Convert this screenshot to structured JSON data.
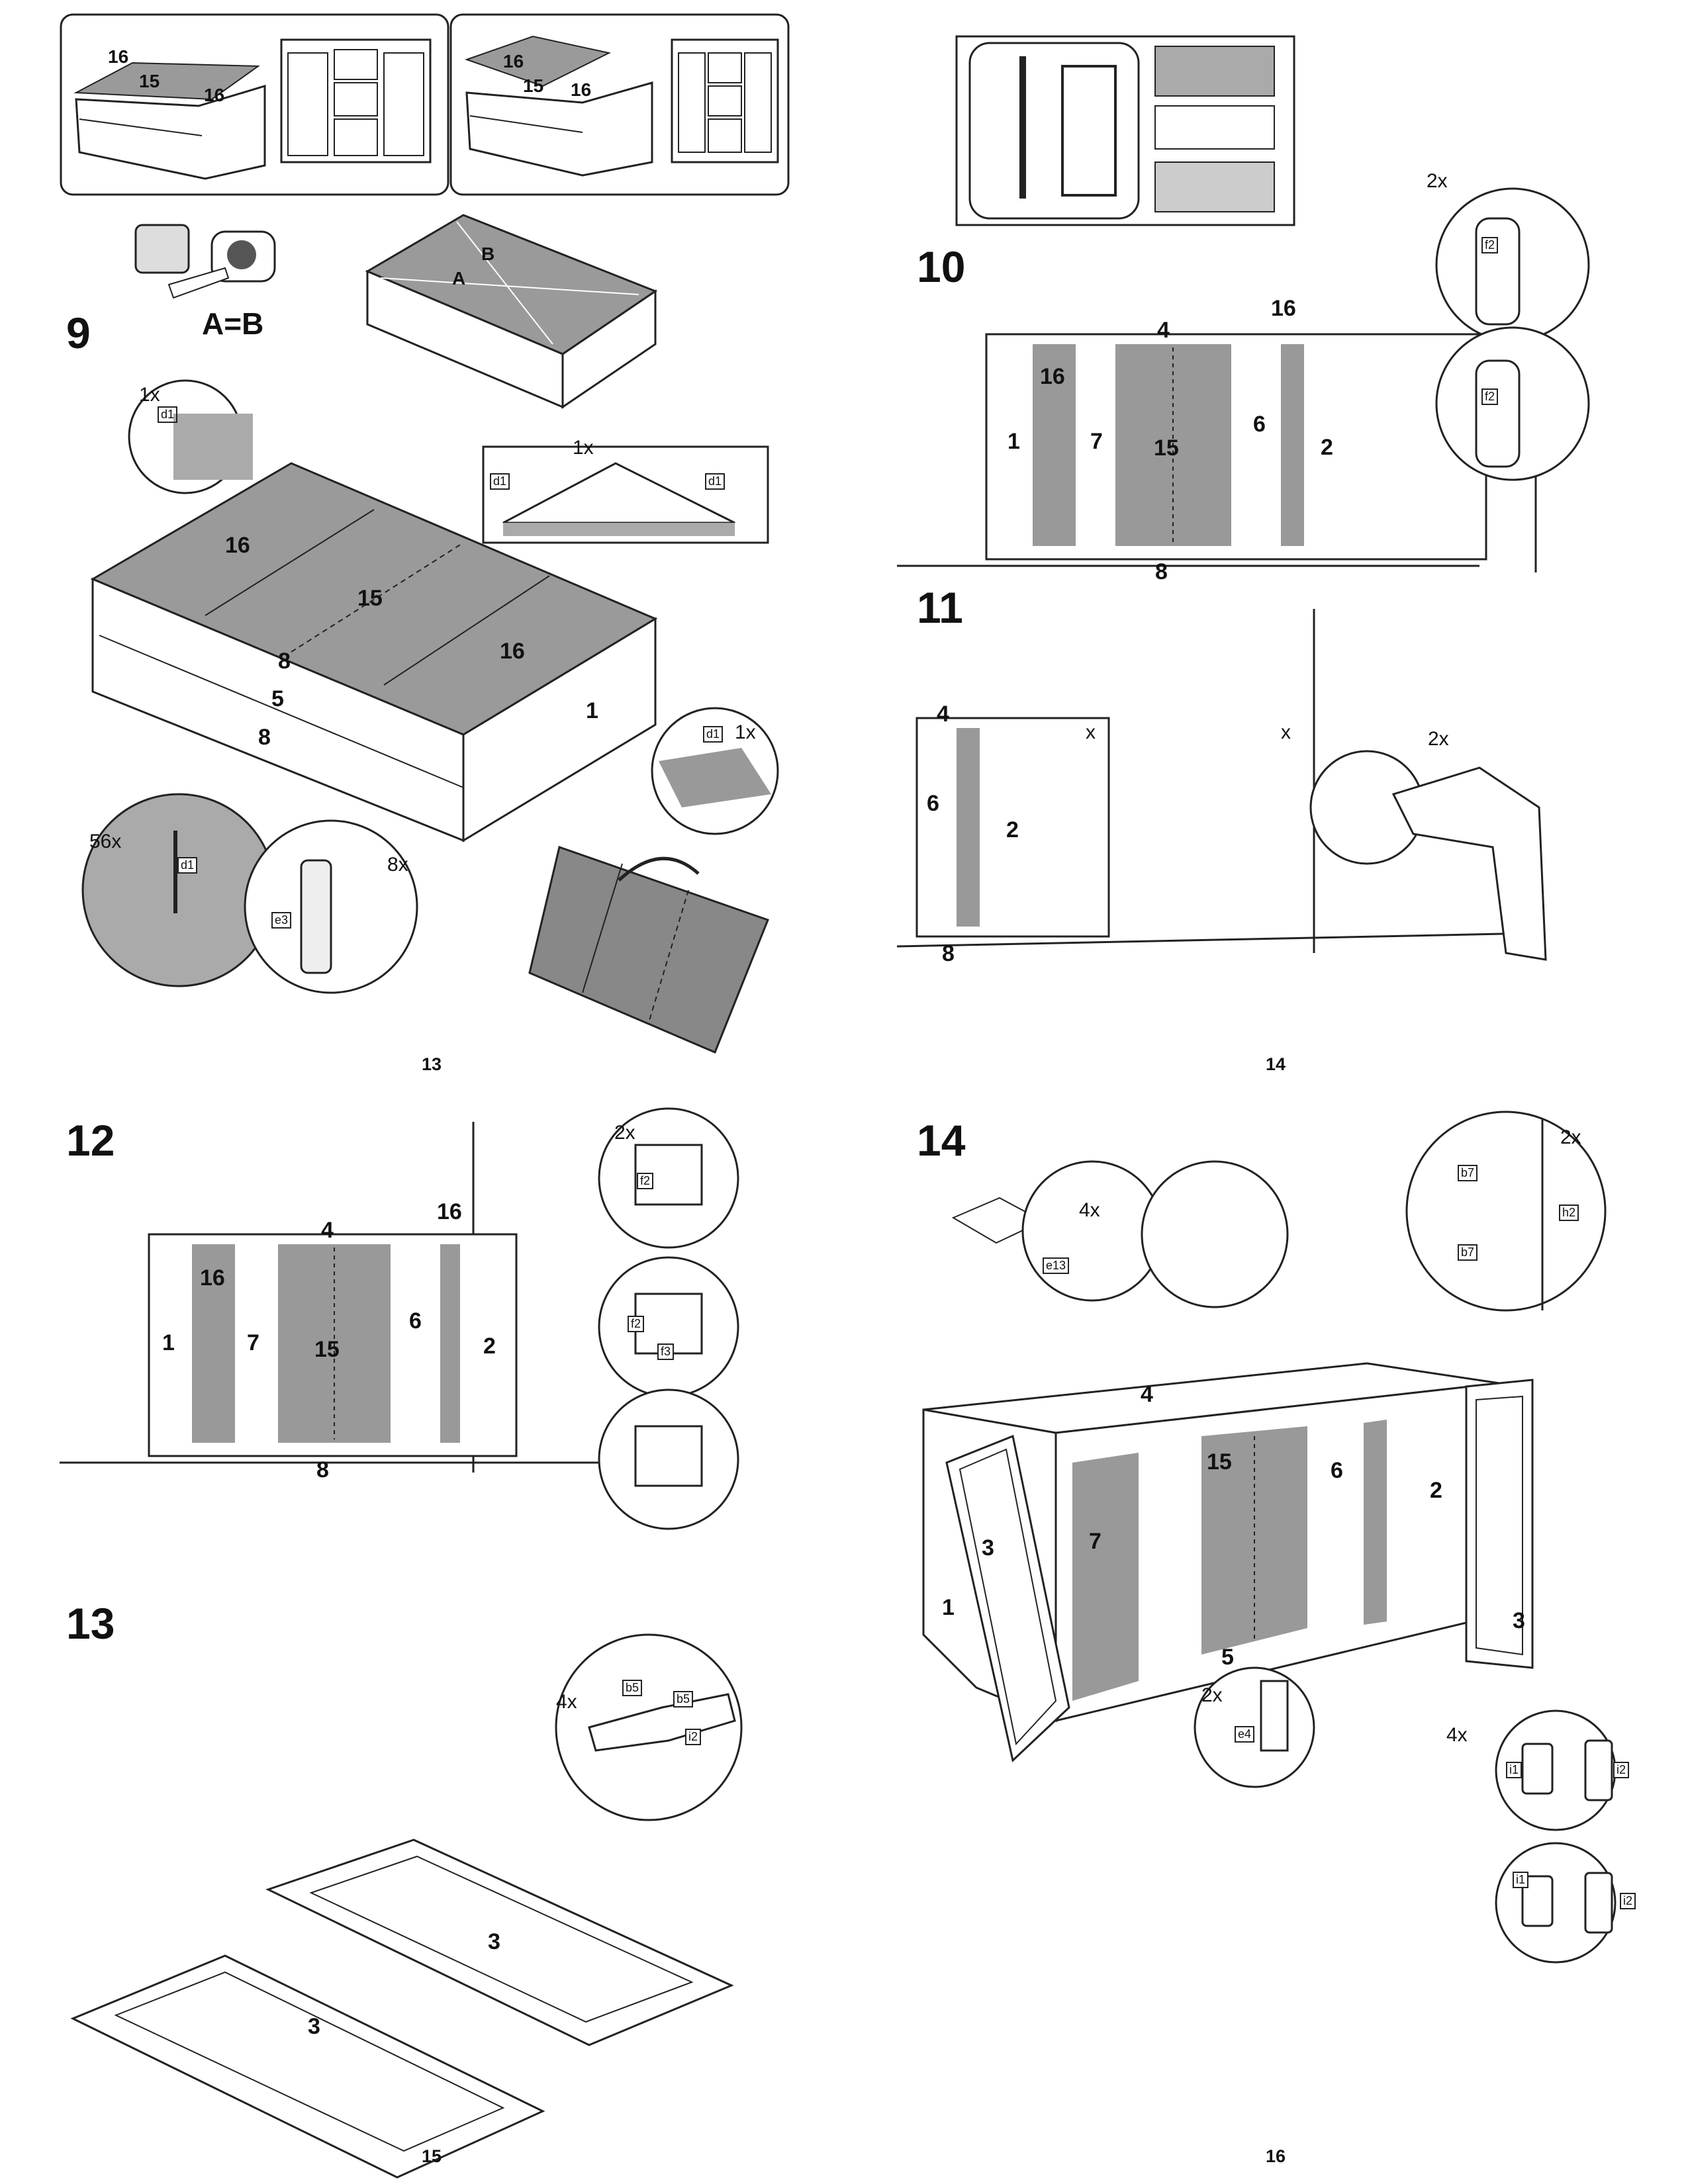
{
  "page_numbers": {
    "p13": "13",
    "p14": "14",
    "p15": "15",
    "p16": "16"
  },
  "steps": {
    "s9": "9",
    "s10": "10",
    "s11": "11",
    "s12": "12",
    "s13": "13",
    "s14": "14"
  },
  "measure_caption": "A=B",
  "diag_labels": {
    "a": "A",
    "b": "B"
  },
  "parts": {
    "p1": "1",
    "p2": "2",
    "p3": "3",
    "p4": "4",
    "p5": "5",
    "p6": "6",
    "p7": "7",
    "p8": "8",
    "p15": "15",
    "p16": "16"
  },
  "hardware": {
    "d1": "d1",
    "e3": "e3",
    "f2": "f2",
    "f3": "f3",
    "b5": "b5",
    "b7": "b7",
    "h2": "h2",
    "i1": "i1",
    "i2": "i2",
    "e4": "e4",
    "e13": "e13"
  },
  "quantities": {
    "q1x": "1x",
    "q2x": "2x",
    "q4x": "4x",
    "q8x": "8x",
    "q56x": "56x"
  },
  "drill_mark": "x"
}
